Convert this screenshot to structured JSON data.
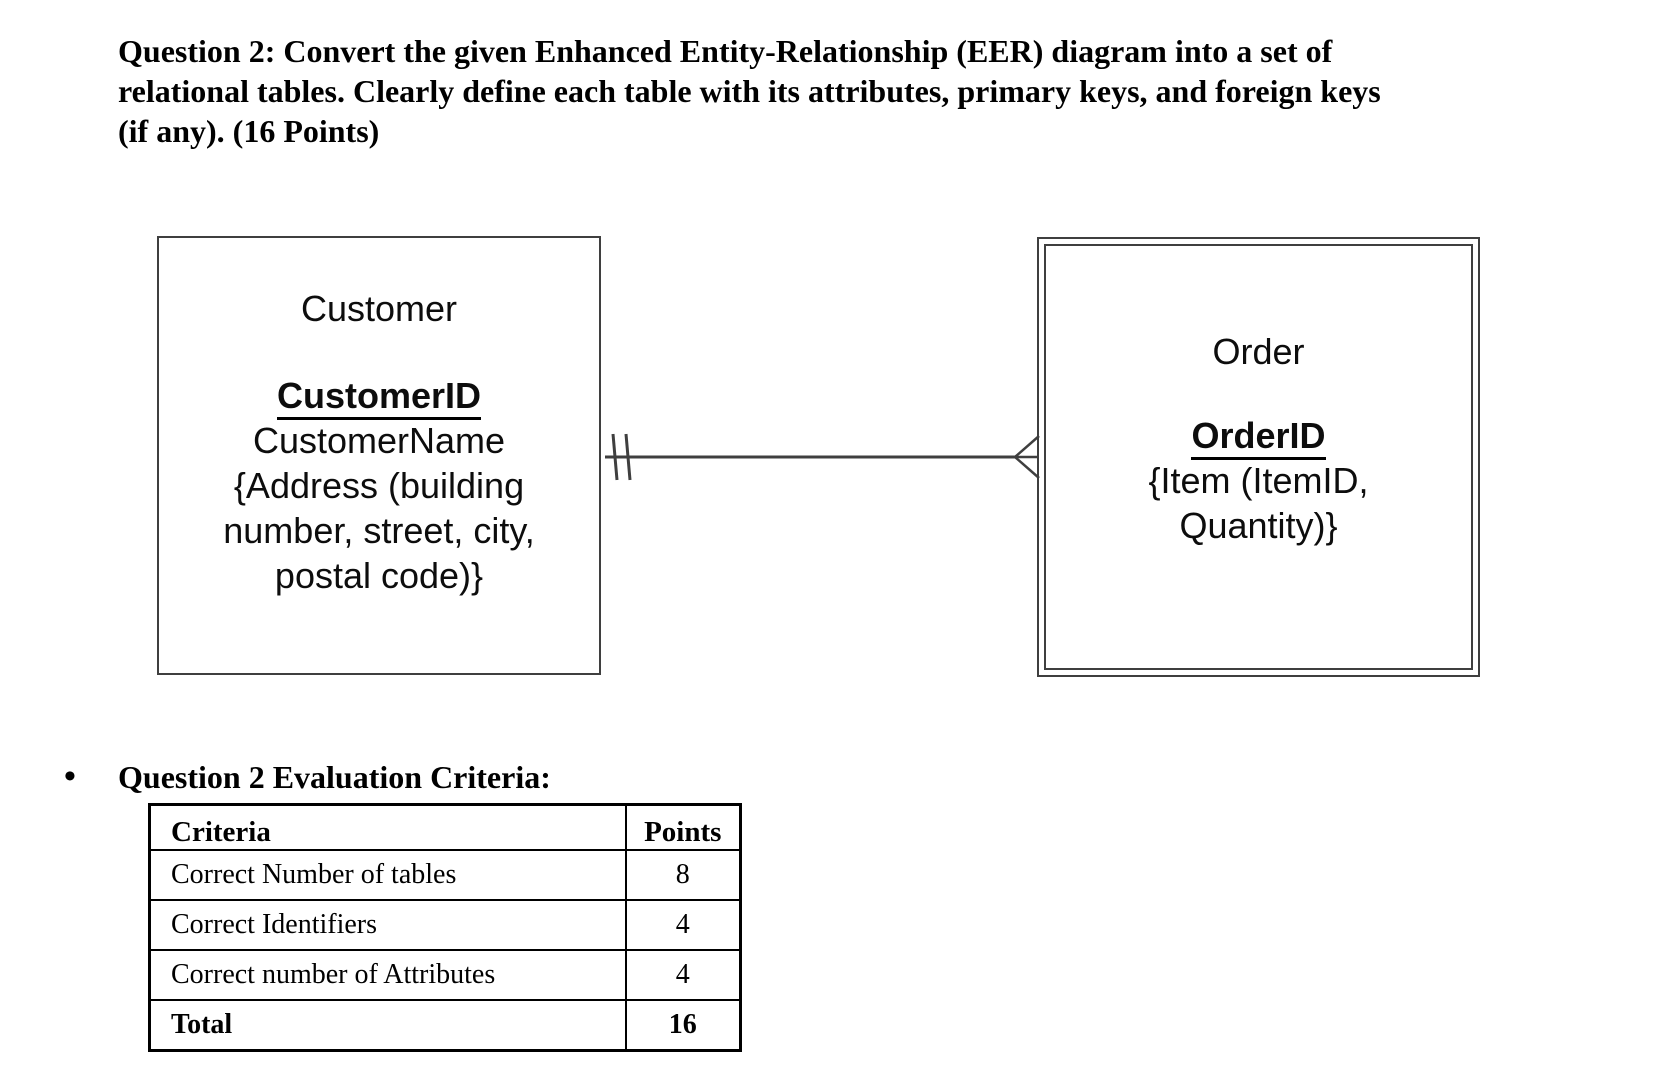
{
  "colors": {
    "background": "#ffffff",
    "text": "#000000",
    "entity_border": "#3f3f3f",
    "table_border": "#000000"
  },
  "question": {
    "lines": [
      "Question 2: Convert the given Enhanced Entity-Relationship (EER) diagram into a set of",
      "relational tables. Clearly define each table with its attributes, primary keys, and foreign keys",
      "(if any). (16 Points)"
    ]
  },
  "diagram": {
    "customer_entity": {
      "title": "Customer",
      "key_attribute": "CustomerID",
      "attributes": [
        "CustomerName",
        "{Address (building",
        "number, street, city,",
        "postal code)}"
      ]
    },
    "order_entity": {
      "title": "Order",
      "key_attribute": "OrderID",
      "attributes": [
        "{Item (ItemID,",
        "Quantity)}"
      ]
    },
    "relationship": {
      "customer_side_cardinality": "one and only one (||)",
      "order_side_cardinality": "many (crow's foot)"
    }
  },
  "evaluation": {
    "bullet": "•",
    "heading": "Question 2 Evaluation Criteria:",
    "table": {
      "headers": [
        "Criteria",
        "Points"
      ],
      "rows": [
        {
          "criteria": "Correct Number of tables",
          "points": "8"
        },
        {
          "criteria": "Correct Identifiers",
          "points": "4"
        },
        {
          "criteria": "Correct number of Attributes",
          "points": "4"
        }
      ],
      "total_row": {
        "criteria": "Total",
        "points": "16"
      }
    }
  }
}
